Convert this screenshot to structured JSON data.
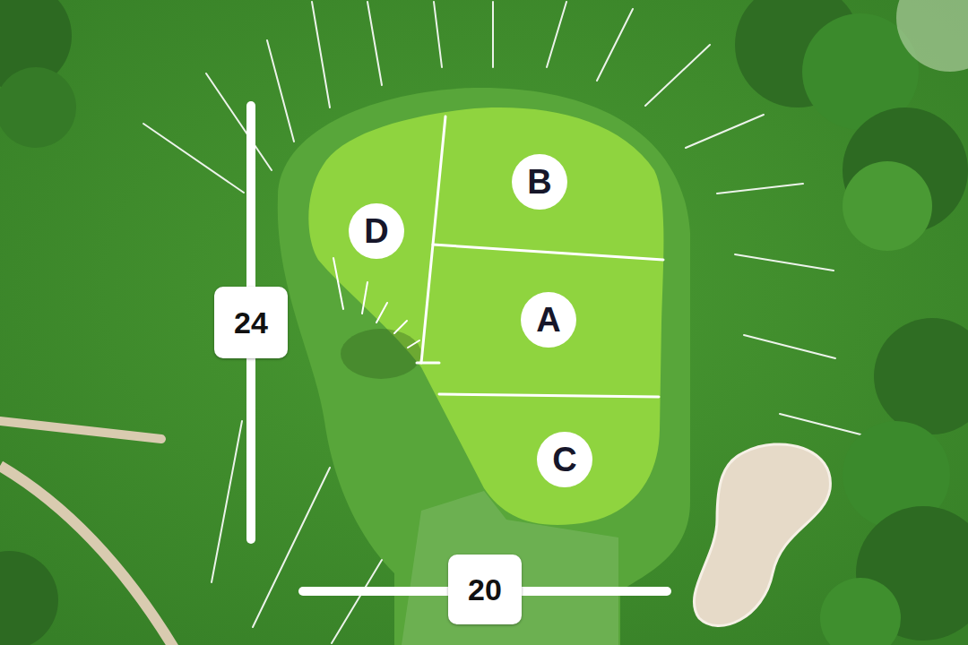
{
  "diagram": {
    "nodes": [
      {
        "text": [
          "B"
        ]
      },
      {
        "text": [
          "D"
        ]
      },
      {
        "text": [
          "A"
        ]
      },
      {
        "text": [
          "C"
        ]
      }
    ],
    "labels": [
      "24",
      "20"
    ]
  }
}
